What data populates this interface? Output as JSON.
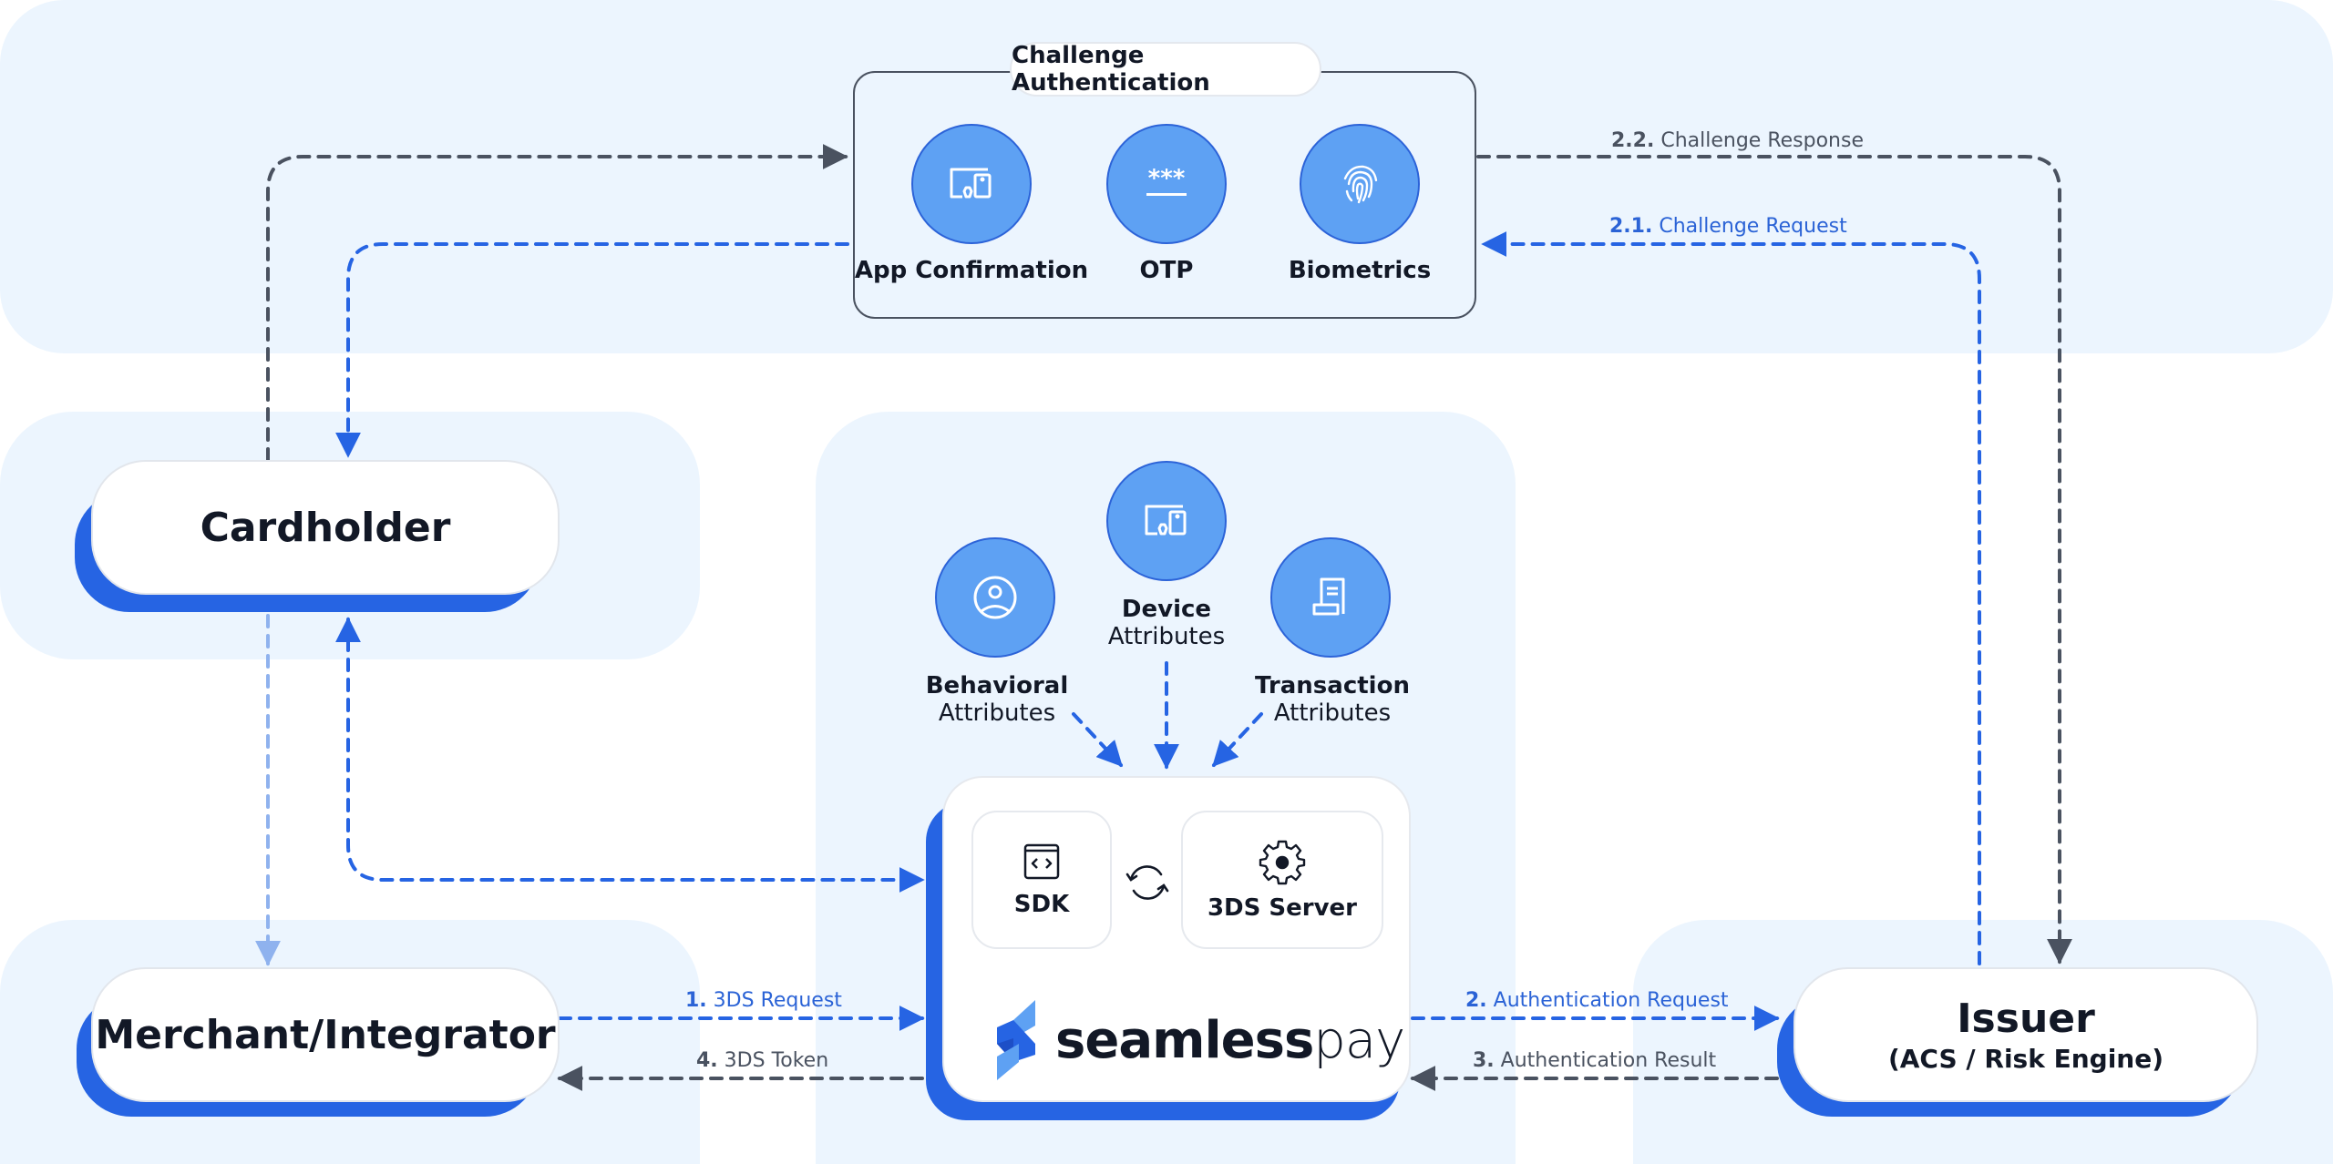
{
  "challenge": {
    "title": "Challenge Authentication",
    "methods": [
      {
        "label": "App Confirmation",
        "icon": "devices-icon"
      },
      {
        "label": "OTP",
        "icon": "password-icon"
      },
      {
        "label": "Biometrics",
        "icon": "fingerprint-icon"
      }
    ]
  },
  "nodes": {
    "cardholder": {
      "title": "Cardholder"
    },
    "merchant": {
      "title": "Merchant/Integrator"
    },
    "issuer": {
      "title": "Issuer",
      "subtitle": "(ACS / Risk Engine)"
    }
  },
  "attributes": [
    {
      "bold": "Behavioral",
      "text": "Attributes",
      "icon": "user-circle-icon"
    },
    {
      "bold": "Device",
      "text": "Attributes",
      "icon": "devices-icon"
    },
    {
      "bold": "Transaction",
      "text": "Attributes",
      "icon": "receipt-icon"
    }
  ],
  "core": {
    "sdk_label": "SDK",
    "server_label": "3DS Server",
    "brand_bold": "seamless",
    "brand_light": "pay"
  },
  "flows": [
    {
      "num": "1.",
      "text": "3DS Request",
      "color": "#2b63d6"
    },
    {
      "num": "2.",
      "text": "Authentication Request",
      "color": "#2b63d6"
    },
    {
      "num": "2.1.",
      "text": "Challenge Request",
      "color": "#2b63d6"
    },
    {
      "num": "2.2.",
      "text": "Challenge Response",
      "color": "#4a5260"
    },
    {
      "num": "3.",
      "text": "Authentication Result",
      "color": "#4a5260"
    },
    {
      "num": "4.",
      "text": "3DS Token",
      "color": "#4a5260"
    }
  ],
  "colors": {
    "band": "#ecf5fe",
    "accent": "#2664e3",
    "circle": "#5ea1f3",
    "line_gray": "#4a5260",
    "line_blue": "#2b63d6",
    "line_light": "#8fb2ee"
  }
}
